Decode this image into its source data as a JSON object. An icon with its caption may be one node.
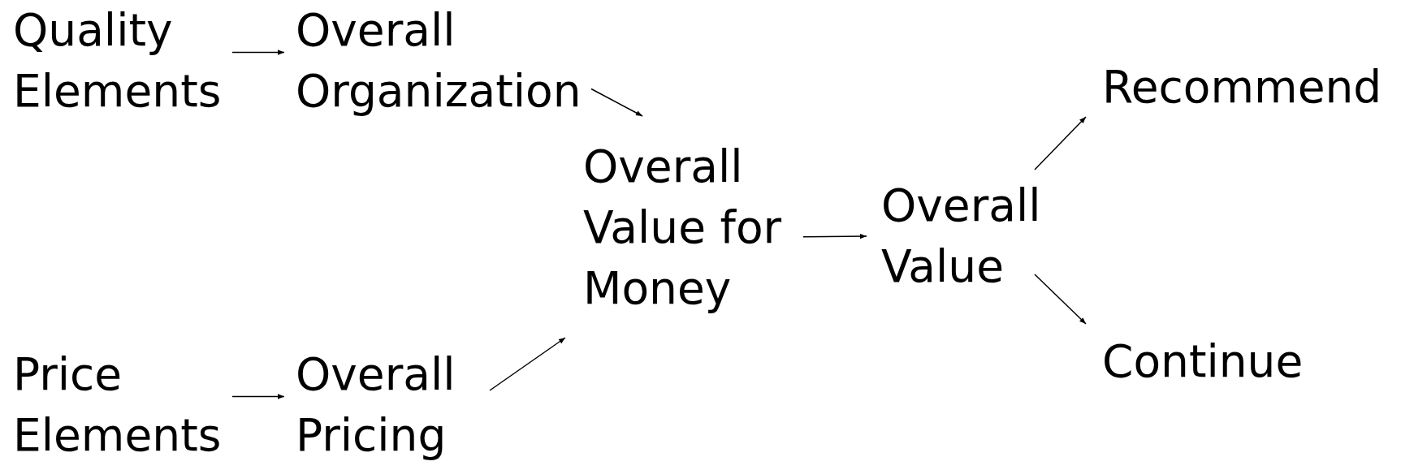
{
  "diagram": {
    "nodes": [
      {
        "text": [
          "Quality Elements"
        ]
      },
      {
        "text": [
          "Overall Organization"
        ]
      },
      {
        "text": [
          "Overall Value for Money"
        ]
      },
      {
        "text": [
          "Overall Value"
        ]
      },
      {
        "text": [
          "Recommend"
        ]
      },
      {
        "text": [
          "Continue"
        ]
      },
      {
        "text": [
          "Price Elements"
        ]
      },
      {
        "text": [
          "Overall Pricing"
        ]
      }
    ],
    "edges": [
      {
        "from": 0,
        "to": 1,
        "arrow": "to"
      },
      {
        "from": 1,
        "to": 2,
        "arrow": "to"
      },
      {
        "from": 6,
        "to": 7,
        "arrow": "to"
      },
      {
        "from": 7,
        "to": 2,
        "arrow": "to"
      },
      {
        "from": 2,
        "to": 3,
        "arrow": "to"
      },
      {
        "from": 3,
        "to": 4,
        "arrow": "to"
      },
      {
        "from": 3,
        "to": 5,
        "arrow": "to"
      }
    ]
  }
}
